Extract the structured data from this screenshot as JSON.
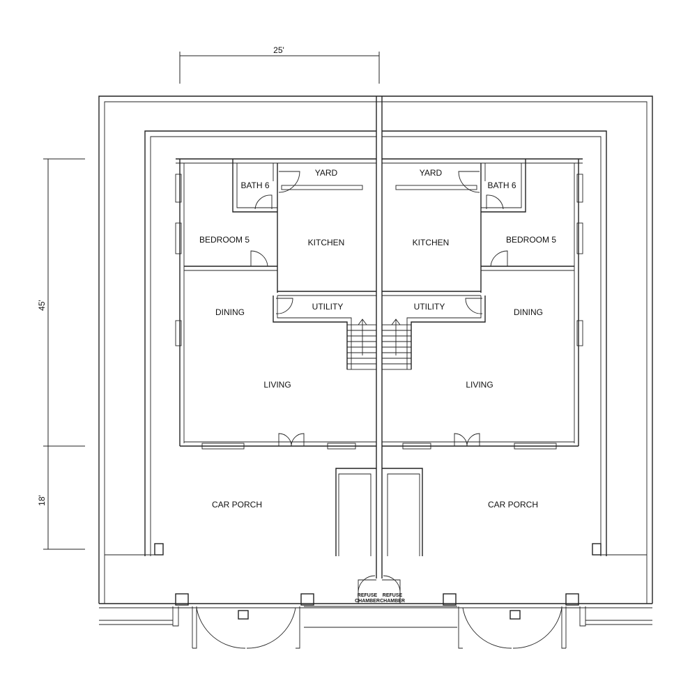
{
  "dimensions": {
    "width": "25'",
    "depth_house": "45'",
    "depth_porch": "18'"
  },
  "left_unit": {
    "yard": "YARD",
    "bath": "BATH 6",
    "bedroom": "BEDROOM 5",
    "kitchen": "KITCHEN",
    "utility": "UTILITY",
    "dining": "DINING",
    "living": "LIVING",
    "car_porch": "CAR PORCH",
    "refuse_1": "REFUSE",
    "refuse_2": "CHAMBER"
  },
  "right_unit": {
    "yard": "YARD",
    "bath": "BATH 6",
    "bedroom": "BEDROOM 5",
    "kitchen": "KITCHEN",
    "utility": "UTILITY",
    "dining": "DINING",
    "living": "LIVING",
    "car_porch": "CAR PORCH",
    "refuse_1": "REFUSE",
    "refuse_2": "CHAMBER"
  }
}
